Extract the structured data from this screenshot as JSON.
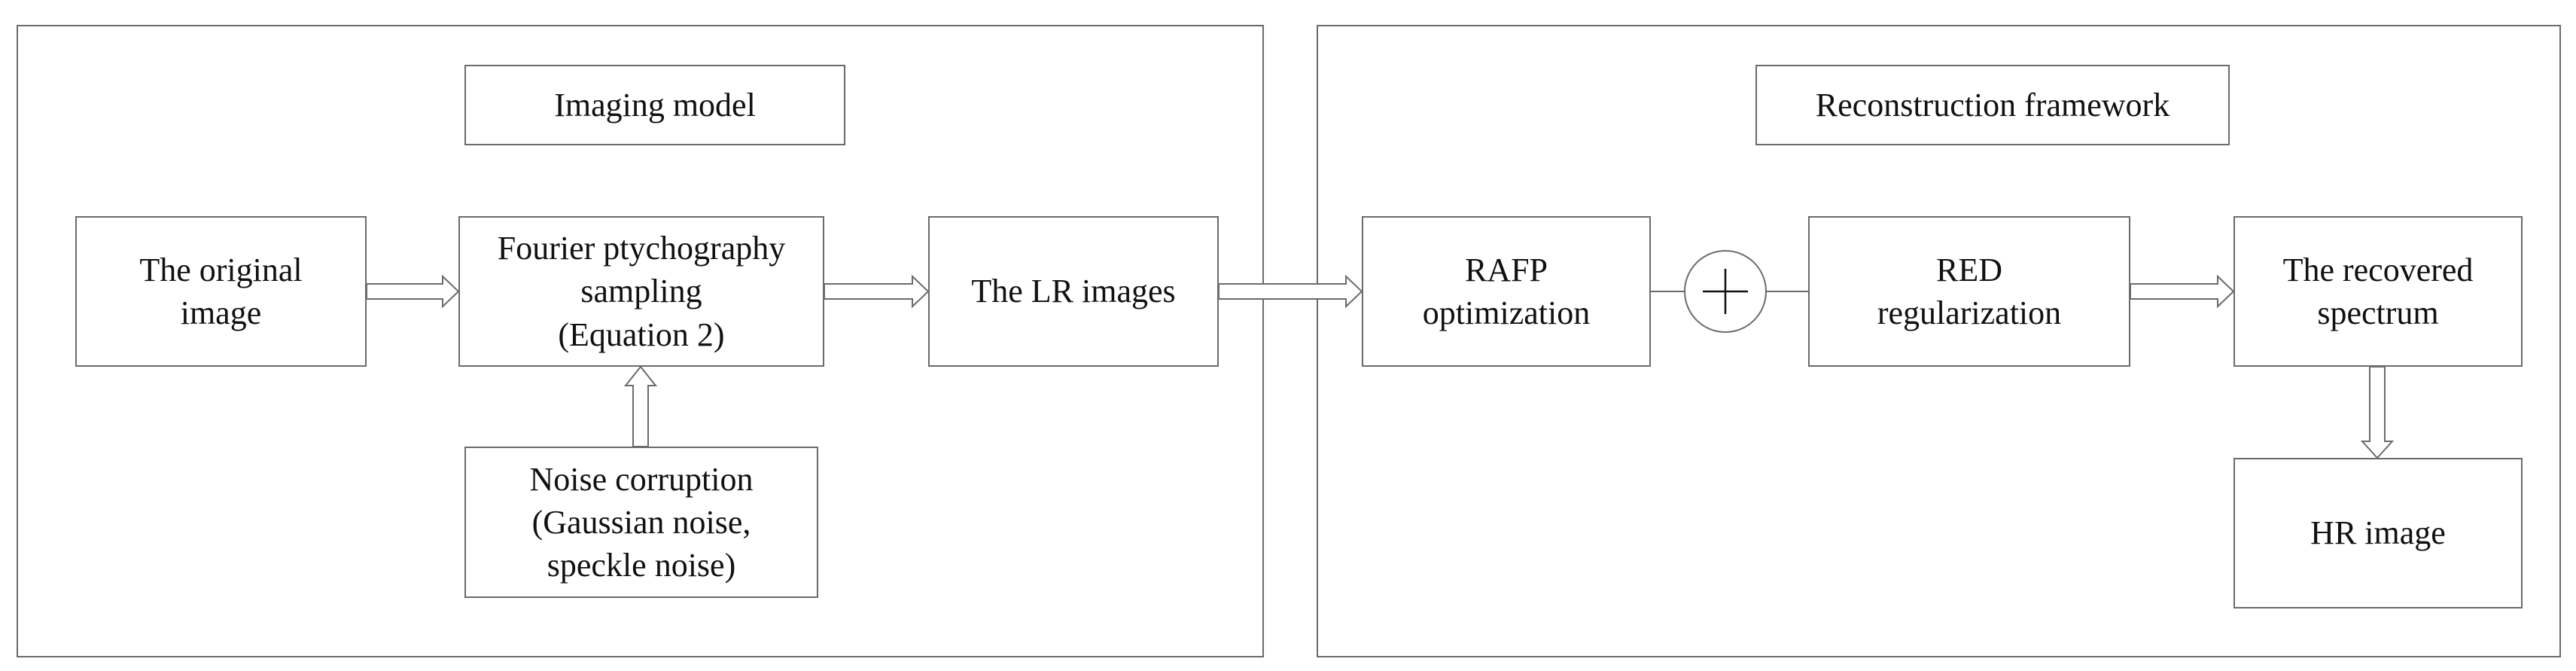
{
  "panels": {
    "imaging": {
      "title": "Imaging model"
    },
    "reconstruction": {
      "title": "Reconstruction framework"
    }
  },
  "nodes": {
    "original_image": "The original\nimage",
    "fp_sampling": "Fourier ptychography\nsampling\n(Equation 2)",
    "noise": "Noise corruption\n(Gaussian noise,\nspeckle noise)",
    "lr_images": "The LR images",
    "rafp": "RAFP\noptimization",
    "red": "RED\nregularization",
    "recovered": "The recovered\nspectrum",
    "hr_image": "HR image"
  },
  "combiner": {
    "symbol": "plus-icon"
  },
  "colors": {
    "stroke": "#6b6b6b",
    "text": "#111111",
    "background": "#ffffff"
  }
}
